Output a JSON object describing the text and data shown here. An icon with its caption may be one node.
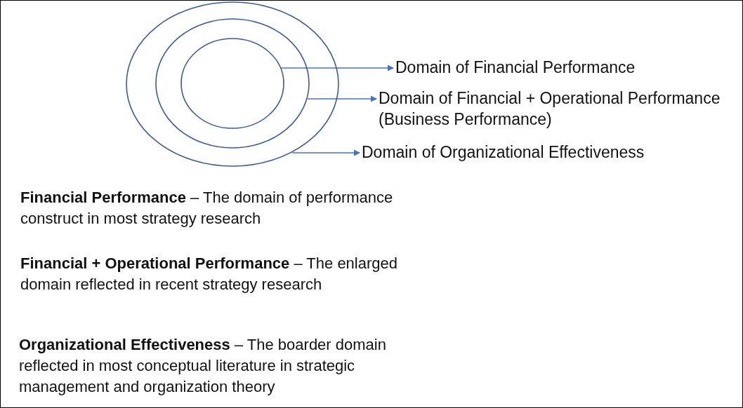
{
  "diagram": {
    "nodes": [
      {
        "text": [],
        "shape": "circle"
      },
      {
        "text": [],
        "shape": "circle",
        "in": 0
      },
      {
        "text": [],
        "shape": "circle",
        "in": 1
      },
      {
        "text": [
          "Domain of Financial Performance"
        ]
      },
      {
        "text": [
          "Domain of Financial + Operational Performance (Business Performance)"
        ]
      },
      {
        "text": [
          "Domain of Organizational Effectiveness"
        ]
      }
    ],
    "edges": [
      {
        "from": 2,
        "to": 3,
        "arrow": "to"
      },
      {
        "from": 1,
        "to": 4,
        "arrow": "to"
      },
      {
        "from": 0,
        "to": 5,
        "arrow": "to"
      }
    ],
    "labels": [
      "**Financial Performance** – The domain of performance construct in most strategy research",
      "**Financial + Operational Performance** – The enlarged domain reflected in recent strategy research",
      "**Organizational Effectiveness** – The boarder domain reflected in most conceptual literature in strategic management and organization theory"
    ]
  }
}
